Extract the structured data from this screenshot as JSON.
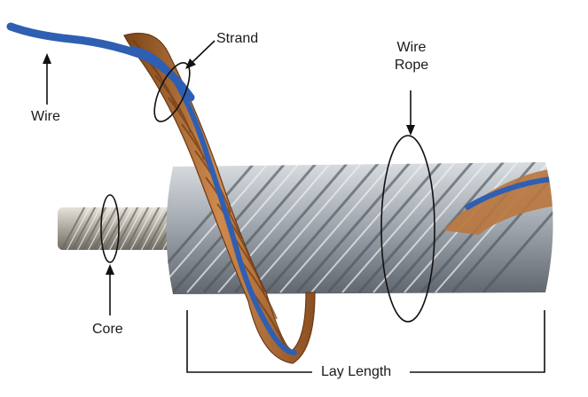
{
  "labels": {
    "wire": "Wire",
    "strand": "Strand",
    "wire_rope_line1": "Wire",
    "wire_rope_line2": "Rope",
    "core": "Core",
    "lay_length": "Lay Length"
  },
  "colors": {
    "rope_steel": "#9aa1a8",
    "core_steel": "#a9a69d",
    "strand_copper": "#b06a33",
    "wire_blue": "#2f5fb3",
    "annotation": "#111111"
  }
}
